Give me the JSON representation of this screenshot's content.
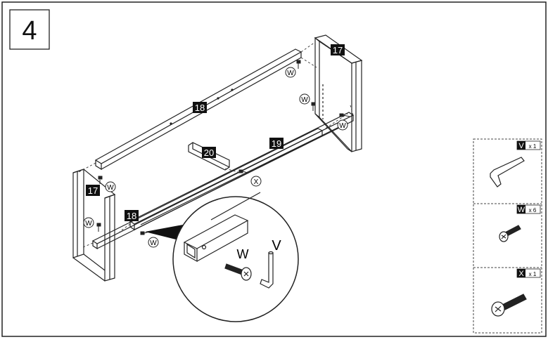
{
  "step": {
    "number": "4"
  },
  "part_labels": {
    "rail_top": "18",
    "rail_front": "18",
    "rail_mid": "19",
    "bracket": "20",
    "frame_right": "17",
    "frame_left": "17"
  },
  "hardware_callouts": {
    "w1": "W",
    "w2": "W",
    "w3": "W",
    "w4": "W",
    "w5": "W",
    "w6": "W",
    "x1": "X"
  },
  "detail": {
    "screw_label": "W",
    "key_label": "V"
  },
  "hardware_list": [
    {
      "letter": "V",
      "qty": "x 1",
      "icon": "allen-key-icon"
    },
    {
      "letter": "W",
      "qty": "x 6",
      "icon": "short-screw-icon"
    },
    {
      "letter": "X",
      "qty": "x 1",
      "icon": "long-screw-icon"
    }
  ]
}
